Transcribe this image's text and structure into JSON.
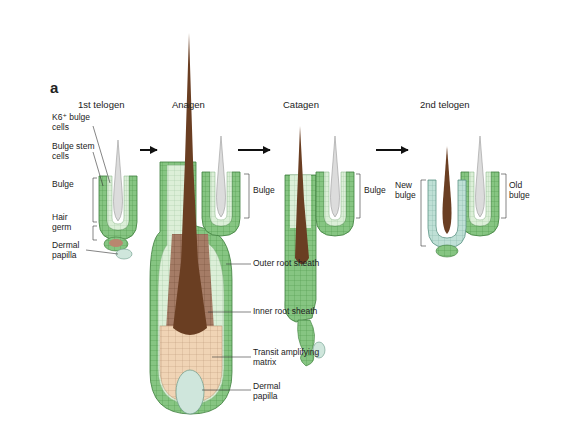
{
  "diagram": {
    "labels": [
      "a",
      "1st telogen",
      "Anagen",
      "Catagen",
      "2nd telogen",
      "K6⁺ bulge cells",
      "Bulge stem cells",
      "Bulge",
      "Hair germ",
      "Dermal papilla",
      "Bulge",
      "Outer root sheath",
      "Inner root sheath",
      "Transit amplifying matrix",
      "Dermal papilla",
      "Bulge",
      "New bulge",
      "Old bulge"
    ]
  }
}
